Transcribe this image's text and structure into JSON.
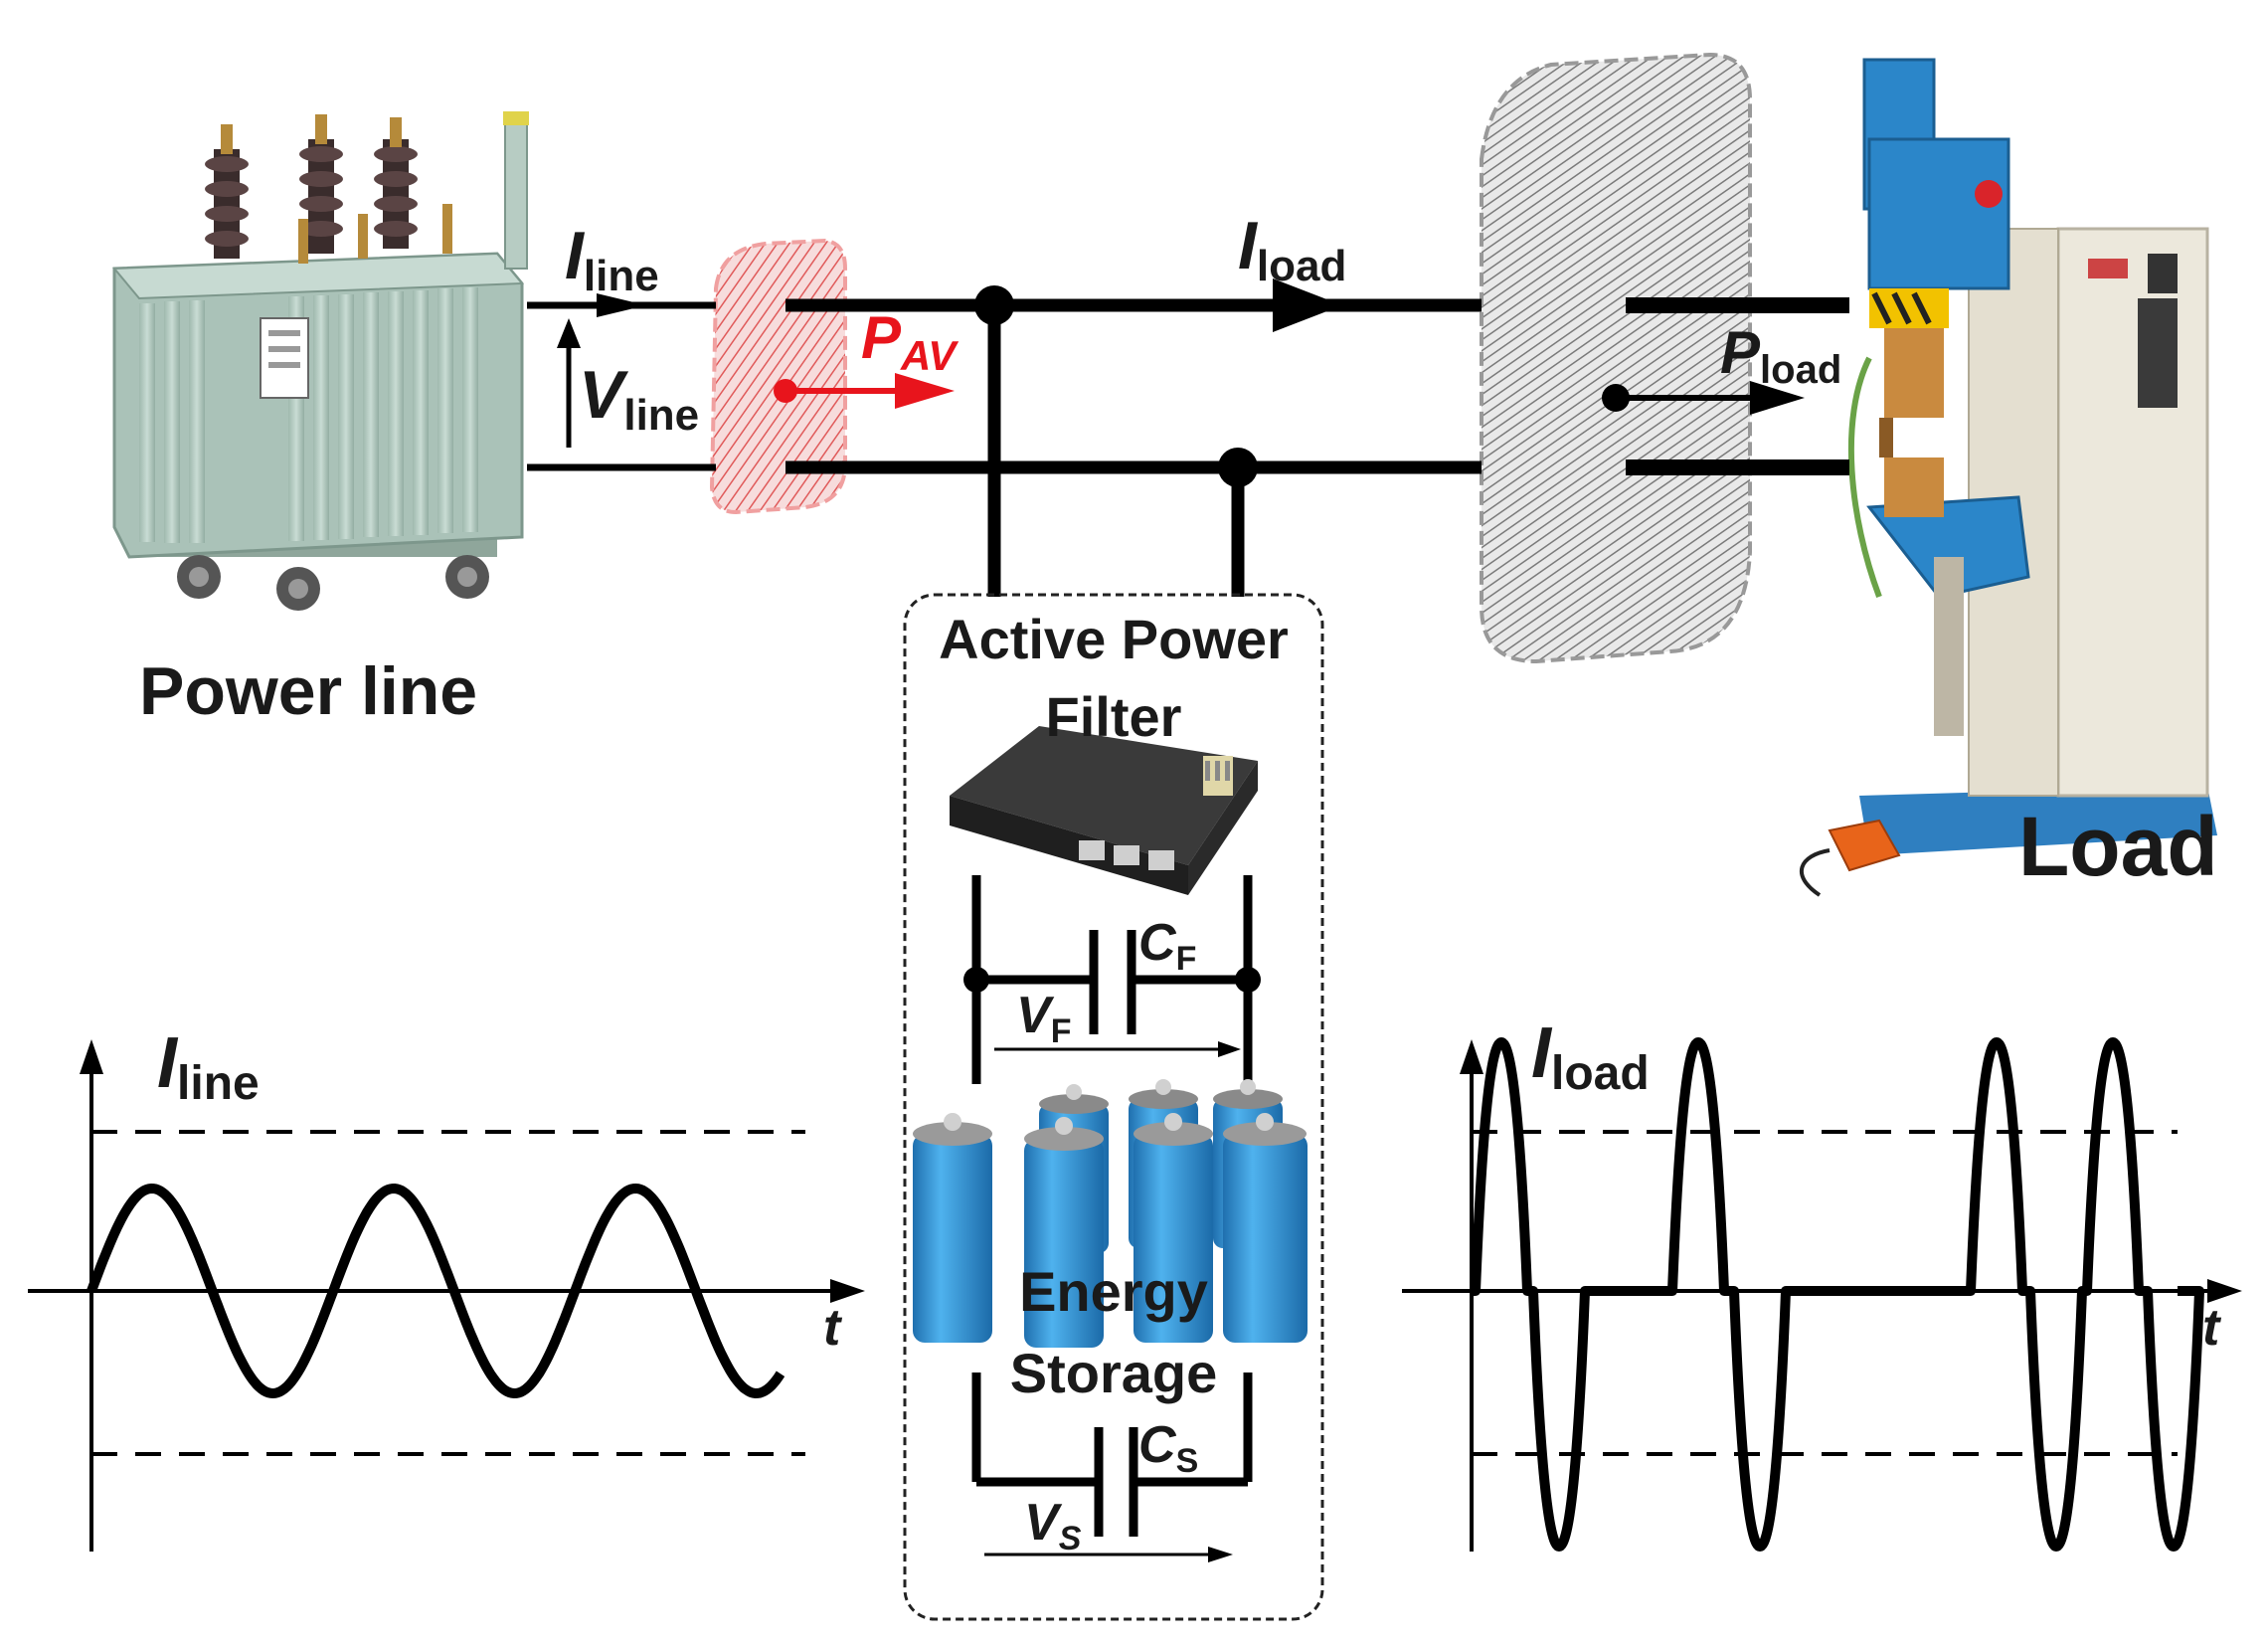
{
  "labels": {
    "power_line": "Power line",
    "load": "Load",
    "apf_line1": "Active Power",
    "apf_line2": "Filter",
    "es_line1": "Energy",
    "es_line2": "Storage"
  },
  "symbols": {
    "i_line": {
      "main": "I",
      "sub": "line"
    },
    "v_line": {
      "main": "V",
      "sub": "line"
    },
    "p_av": {
      "main": "P",
      "sub": "AV"
    },
    "i_load": {
      "main": "I",
      "sub": "load"
    },
    "p_load": {
      "main": "P",
      "sub": "load"
    },
    "c_f": {
      "main": "C",
      "sub": "F"
    },
    "v_f": {
      "main": "V",
      "sub": "F"
    },
    "c_s": {
      "main": "C",
      "sub": "S"
    },
    "v_s": {
      "main": "V",
      "sub": "S"
    },
    "plot_i_line": {
      "main": "I",
      "sub": "line"
    },
    "plot_i_load": {
      "main": "I",
      "sub": "load"
    },
    "t_left": "t",
    "t_right": "t"
  },
  "colors": {
    "accent_red": "#e8141c",
    "wire": "#000000",
    "transformer_body": "#b3c9c0",
    "capacitor_blue": "#2b8fd6",
    "welder_blue": "#2b86c9",
    "welder_cream": "#ece8dc",
    "welder_yellow": "#f2c200",
    "module_dark": "#2b2b2b",
    "pedal_orange": "#e8641a"
  },
  "icons": {
    "transformer": "power-transformer-icon",
    "filter_module": "igbt-module-icon",
    "capacitors": "capacitor-bank-icon",
    "welder": "spot-welder-icon"
  }
}
